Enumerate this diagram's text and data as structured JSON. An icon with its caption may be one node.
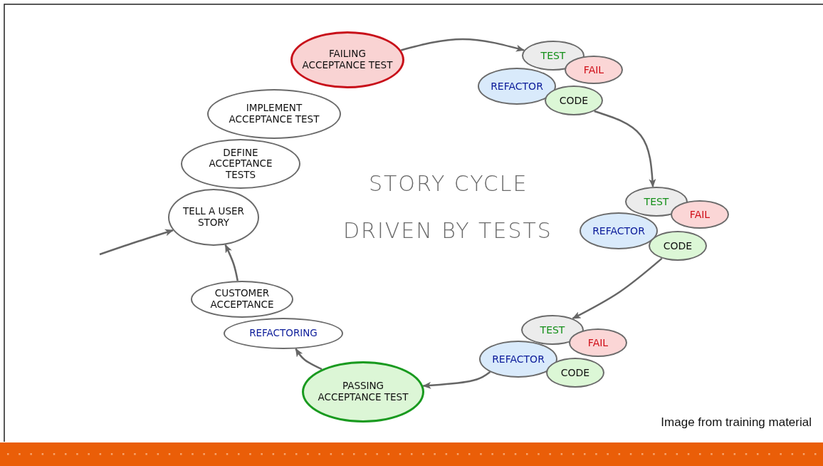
{
  "diagram": {
    "nodes": [
      {
        "text": [
          "TELL A USER STORY"
        ]
      },
      {
        "text": [
          "DEFINE ACCEPTANCE TESTS"
        ]
      },
      {
        "text": [
          "IMPLEMENT ACCEPTANCE TEST"
        ]
      },
      {
        "text": [
          "FAILING ACCEPTANCE TEST"
        ]
      },
      {
        "text": [
          "TEST"
        ]
      },
      {
        "text": [
          "FAIL"
        ]
      },
      {
        "text": [
          "REFACTOR"
        ]
      },
      {
        "text": [
          "CODE"
        ]
      },
      {
        "text": [
          "TEST"
        ]
      },
      {
        "text": [
          "FAIL"
        ]
      },
      {
        "text": [
          "REFACTOR"
        ]
      },
      {
        "text": [
          "CODE"
        ]
      },
      {
        "text": [
          "TEST"
        ]
      },
      {
        "text": [
          "FAIL"
        ]
      },
      {
        "text": [
          "REFACTOR"
        ]
      },
      {
        "text": [
          "CODE"
        ]
      },
      {
        "text": [
          "PASSING ACCEPTANCE TEST"
        ]
      },
      {
        "text": [
          "CUSTOMER ACCEPTANCE"
        ]
      },
      {
        "text": [
          "REFACTORING"
        ]
      }
    ],
    "edges": [
      {
        "from": null,
        "to": 0,
        "arrow": "to"
      },
      {
        "from": 17,
        "to": 0,
        "arrow": "to"
      },
      {
        "from": 3,
        "to": 4,
        "arrow": "to"
      },
      {
        "from": 7,
        "to": 8,
        "arrow": "to"
      },
      {
        "from": 11,
        "to": 12,
        "arrow": "to"
      },
      {
        "from": 14,
        "to": 16,
        "arrow": "to"
      },
      {
        "from": 16,
        "to": 18,
        "arrow": "to"
      }
    ],
    "labels": [
      "STORY CYCLE",
      "DRIVEN BY TESTS",
      "Image from training material"
    ]
  }
}
